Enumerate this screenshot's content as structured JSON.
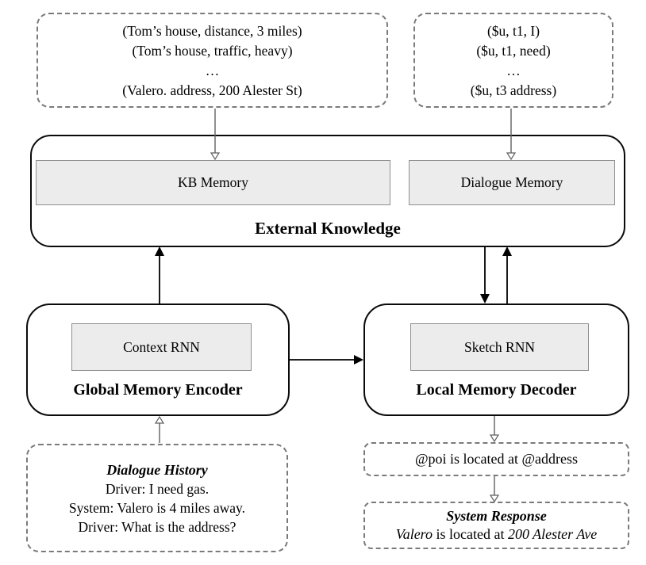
{
  "figure": {
    "kb_triples_box": {
      "lines": [
        "(Tom’s house, distance, 3 miles)",
        "(Tom’s house, traffic, heavy)",
        "…",
        "(Valero. address, 200 Alester St)"
      ]
    },
    "dialogue_triples_box": {
      "lines": [
        "($u, t1, I)",
        "($u, t1, need)",
        "…",
        "($u, t3 address)"
      ]
    },
    "external_knowledge": {
      "title": "External Knowledge",
      "kb_memory": "KB Memory",
      "dialogue_memory": "Dialogue Memory"
    },
    "global_memory_encoder": {
      "title": "Global Memory Encoder",
      "context_rnn": "Context RNN"
    },
    "local_memory_decoder": {
      "title": "Local Memory Decoder",
      "sketch_rnn": "Sketch RNN"
    },
    "dialogue_history": {
      "title": "Dialogue History",
      "lines": [
        "Driver: I need gas.",
        "System: Valero is 4 miles away.",
        "Driver: What is the address?"
      ]
    },
    "sketch_output": {
      "text": "@poi is located at @address"
    },
    "system_response": {
      "title": "System Response",
      "poi": "Valero",
      "middle": " is located at ",
      "address": "200 Alester Ave"
    },
    "colors": {
      "memory_box_fill": "#ececec",
      "memory_box_border": "#8f8f8f",
      "dashed_border": "#7a7a7a",
      "solid_border": "#0a0a0a",
      "arrow_gray": "#606060",
      "arrow_black": "#000000"
    }
  }
}
